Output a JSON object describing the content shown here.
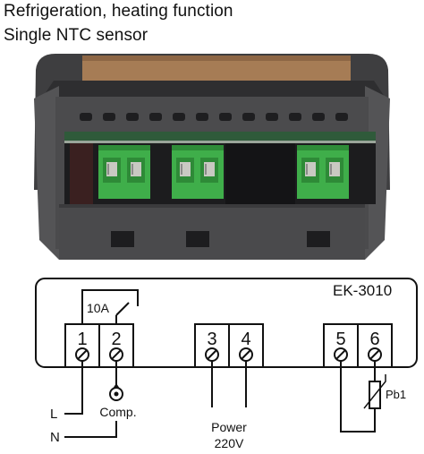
{
  "captions": {
    "line1": "Refrigeration, heating function",
    "line2": "Single NTC sensor"
  },
  "diagram": {
    "model": "EK-3010",
    "relay_rating": "10A",
    "terminals": [
      "1",
      "2",
      "3",
      "4",
      "5",
      "6"
    ],
    "line_label": "L",
    "neutral_label": "N",
    "compressor_label": "Comp.",
    "power_label_line1": "Power",
    "power_label_line2": "220V",
    "sensor_label": "Pb1"
  },
  "colors": {
    "terminal_green": "#3fae4a",
    "housing_dark": "#4a4a4a",
    "line": "#111111"
  }
}
